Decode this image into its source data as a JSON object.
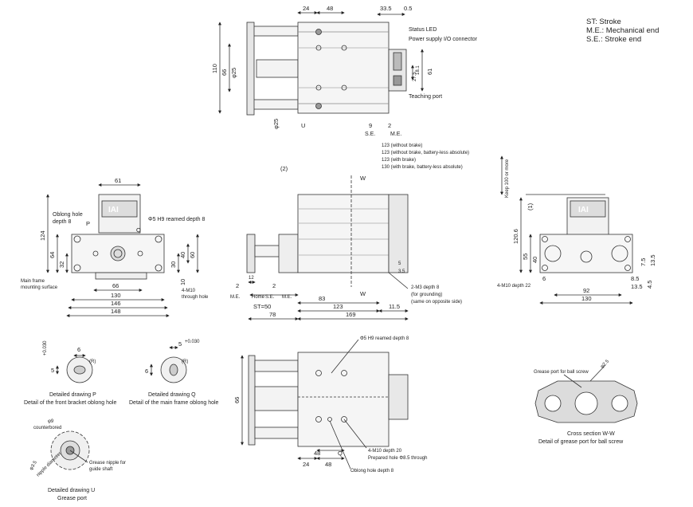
{
  "legend": {
    "st": "ST: Stroke",
    "me": "M.E.: Mechanical end",
    "se": "S.E.: Stroke end"
  },
  "top_view": {
    "dims": {
      "d24": "24",
      "d48": "48",
      "d33_5": "33.5",
      "d0_5": "0.5",
      "d110": "110",
      "d66": "66",
      "d25": "φ25",
      "d18_1": "18.1",
      "d27_5": "27.5",
      "d61": "61",
      "d25b": "φ25",
      "d9": "9",
      "d2": "2"
    },
    "labels": {
      "status_led": "Status LED",
      "power": "Power supply I/O connector",
      "teaching": "Teaching port",
      "u": "U",
      "se": "S.E.",
      "me": "M.E."
    }
  },
  "length_notes": [
    "123 (without brake)",
    "123 (without brake, battery-less absolute)",
    "123 (with brake)",
    "130 (with brake, battery-less absolute)"
  ],
  "front_view": {
    "dims": {
      "d61": "61",
      "d124": "124",
      "d64": "64",
      "d32": "32",
      "d66": "66",
      "d130": "130",
      "d146": "146",
      "d148": "148",
      "d30": "30",
      "d40": "40",
      "d60": "60",
      "d10": "10"
    },
    "labels": {
      "oblong": "Oblong hole",
      "depth8": "depth 8",
      "p": "P",
      "reamed": "Φ5 H9 reamed depth 8",
      "q": "Q",
      "mounting": "Main frame",
      "mounting2": "mounting surface",
      "m10": "4-M10",
      "through": "through hole"
    },
    "brand": "IAI"
  },
  "side_view": {
    "dims": {
      "d2a": "(2)",
      "w1": "W",
      "w2": "W",
      "d12": "12",
      "d2b": "2",
      "d2c": "2",
      "d5": "5",
      "d3_5": "3.5",
      "d83": "83",
      "d123": "123",
      "d11_5": "11.5",
      "st50": "ST=50",
      "d78": "78",
      "d169": "169"
    },
    "labels": {
      "me1": "M.E.",
      "home": "Home",
      "se": "S.E.",
      "me2": "M.E.",
      "m3": "2-M3 depth 8",
      "grounding": "(for grounding)",
      "opposite": "(same on opposite side)"
    }
  },
  "rear_view": {
    "dims": {
      "keep": "Keep 100 or more",
      "d1": "(1)",
      "d120_6": "120.6",
      "d55": "55",
      "d40": "40",
      "d6": "6",
      "d7_5": "7.5",
      "d13_5": "13.5",
      "d8_5": "8.5",
      "d13_5b": "13.5",
      "d4_5": "4.5",
      "d92": "92",
      "d130": "130"
    },
    "labels": {
      "m10": "4-M10 depth 22"
    },
    "brand": "IAI"
  },
  "bottom_view": {
    "dims": {
      "d66": "66",
      "d24": "24",
      "d48": "48",
      "d48b": "48"
    },
    "labels": {
      "reamed": "Φ5 H9 reamed depth 8",
      "m10": "4-M10 depth 20",
      "prepared": "Prepared hole Φ8.5 through",
      "q": "Q",
      "oblong": "Oblong hole depth 8"
    }
  },
  "detail_p": {
    "dims": {
      "d6": "6",
      "d5": "5",
      "tol": "+0.030",
      "tol0": "0",
      "r": "(R)"
    },
    "caption1": "Detailed drawing P",
    "caption2": "Detail of the front bracket oblong hole"
  },
  "detail_q": {
    "dims": {
      "d5": "5",
      "tol": "+0.030",
      "tol0": "0",
      "d6": "6",
      "r": "(R)"
    },
    "caption1": "Detailed drawing Q",
    "caption2": "Detail of the main frame oblong hole"
  },
  "detail_u": {
    "labels": {
      "phi9": "φ9",
      "counterbored": "counterbored",
      "phi3_5": "φ3.5",
      "nipple": "nipple diameter",
      "grease1": "Grease nipple for",
      "grease2": "guide shaft"
    },
    "caption1": "Detailed drawing U",
    "caption2": "Grease port"
  },
  "section_ww": {
    "labels": {
      "port": "Grease port for ball screw",
      "phi2_5": "φ2.5"
    },
    "caption1": "Cross section W-W",
    "caption2": "Detail of grease port for ball screw"
  }
}
